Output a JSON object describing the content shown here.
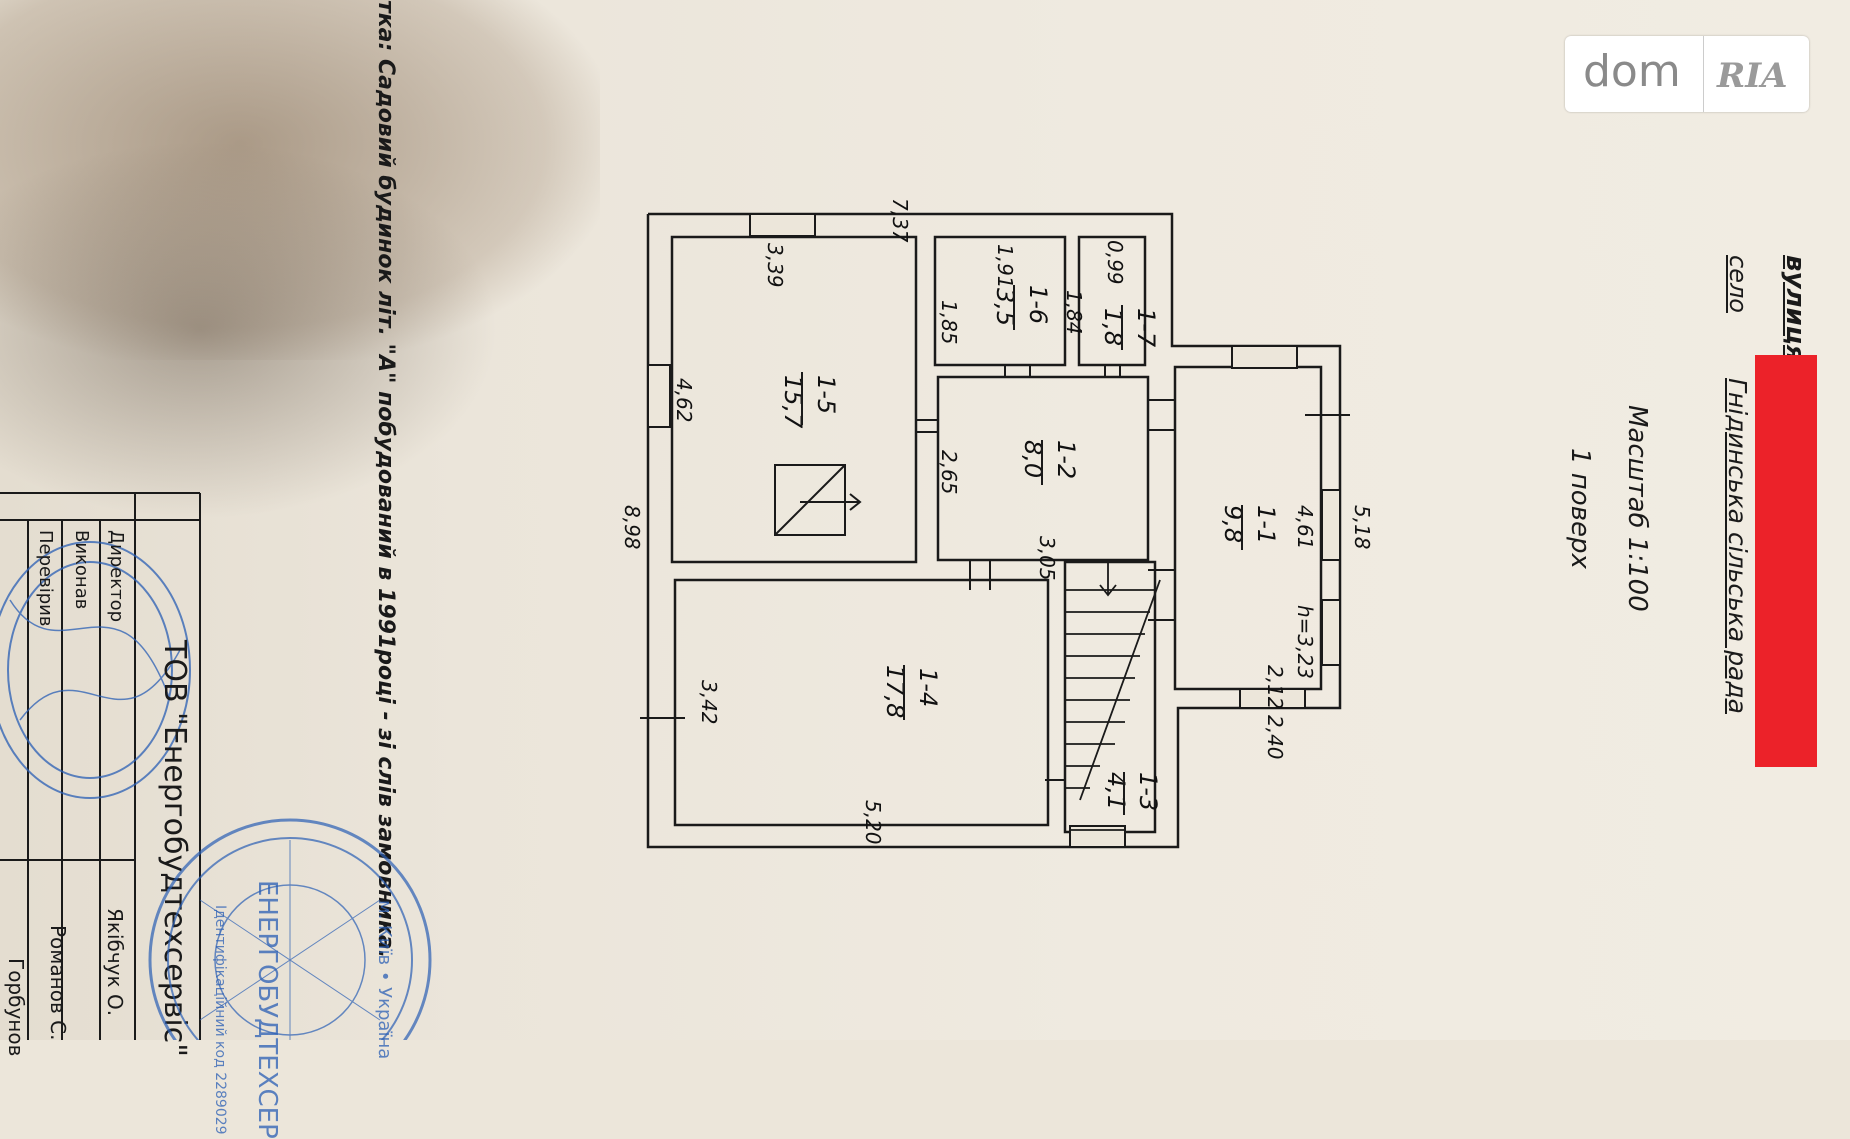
{
  "header": {
    "street_label": "вулиця",
    "village_label": "село",
    "council": "Гнідинська сільська рада",
    "scale": "Масштаб 1:100",
    "floor": "1 поверх"
  },
  "note": "тка: Садовий будинок літ. \"А\" побудований в 1991році - зі слів замовника.",
  "stamp_table": {
    "org": "ТОВ \"Енергобудтехсервіс\"",
    "roles": [
      "Директор",
      "Виконав",
      "Перевірив"
    ],
    "names": [
      "Якібчук О.",
      "Романов С.",
      "Горбунов"
    ]
  },
  "seal": {
    "center": "ЕНЕРГОБУДТЕХСЕР",
    "ring": "м. Київ • Україна",
    "code": "Ідентифікаційний код 2289029"
  },
  "overall_dims": {
    "top": "7,37",
    "left": "8,98",
    "right_wing": "5,18"
  },
  "rooms": [
    {
      "id": "1-1",
      "area": "9,8",
      "dims": [
        "4,61",
        "2,12",
        "2,40"
      ],
      "height": "h=3,23"
    },
    {
      "id": "1-2",
      "area": "8,0",
      "dims": [
        "2,65",
        "3,05"
      ]
    },
    {
      "id": "1-3",
      "area": "4,1",
      "dims": []
    },
    {
      "id": "1-4",
      "area": "17,8",
      "dims": [
        "3,42",
        "5,20"
      ]
    },
    {
      "id": "1-5",
      "area": "15,7",
      "dims": [
        "3,39",
        "4,62"
      ]
    },
    {
      "id": "1-6",
      "area": "3,5",
      "dims": [
        "1,91",
        "1,85"
      ]
    },
    {
      "id": "1-7",
      "area": "1,8",
      "dims": [
        "0,99",
        "1,84"
      ]
    }
  ],
  "watermark": {
    "brand": "dom",
    "sub": "RIA"
  },
  "colors": {
    "paper": "#ece6da",
    "ink": "#1a1a1a",
    "redaction": "#ec2229",
    "stamp_blue": "#2a5fb5"
  }
}
